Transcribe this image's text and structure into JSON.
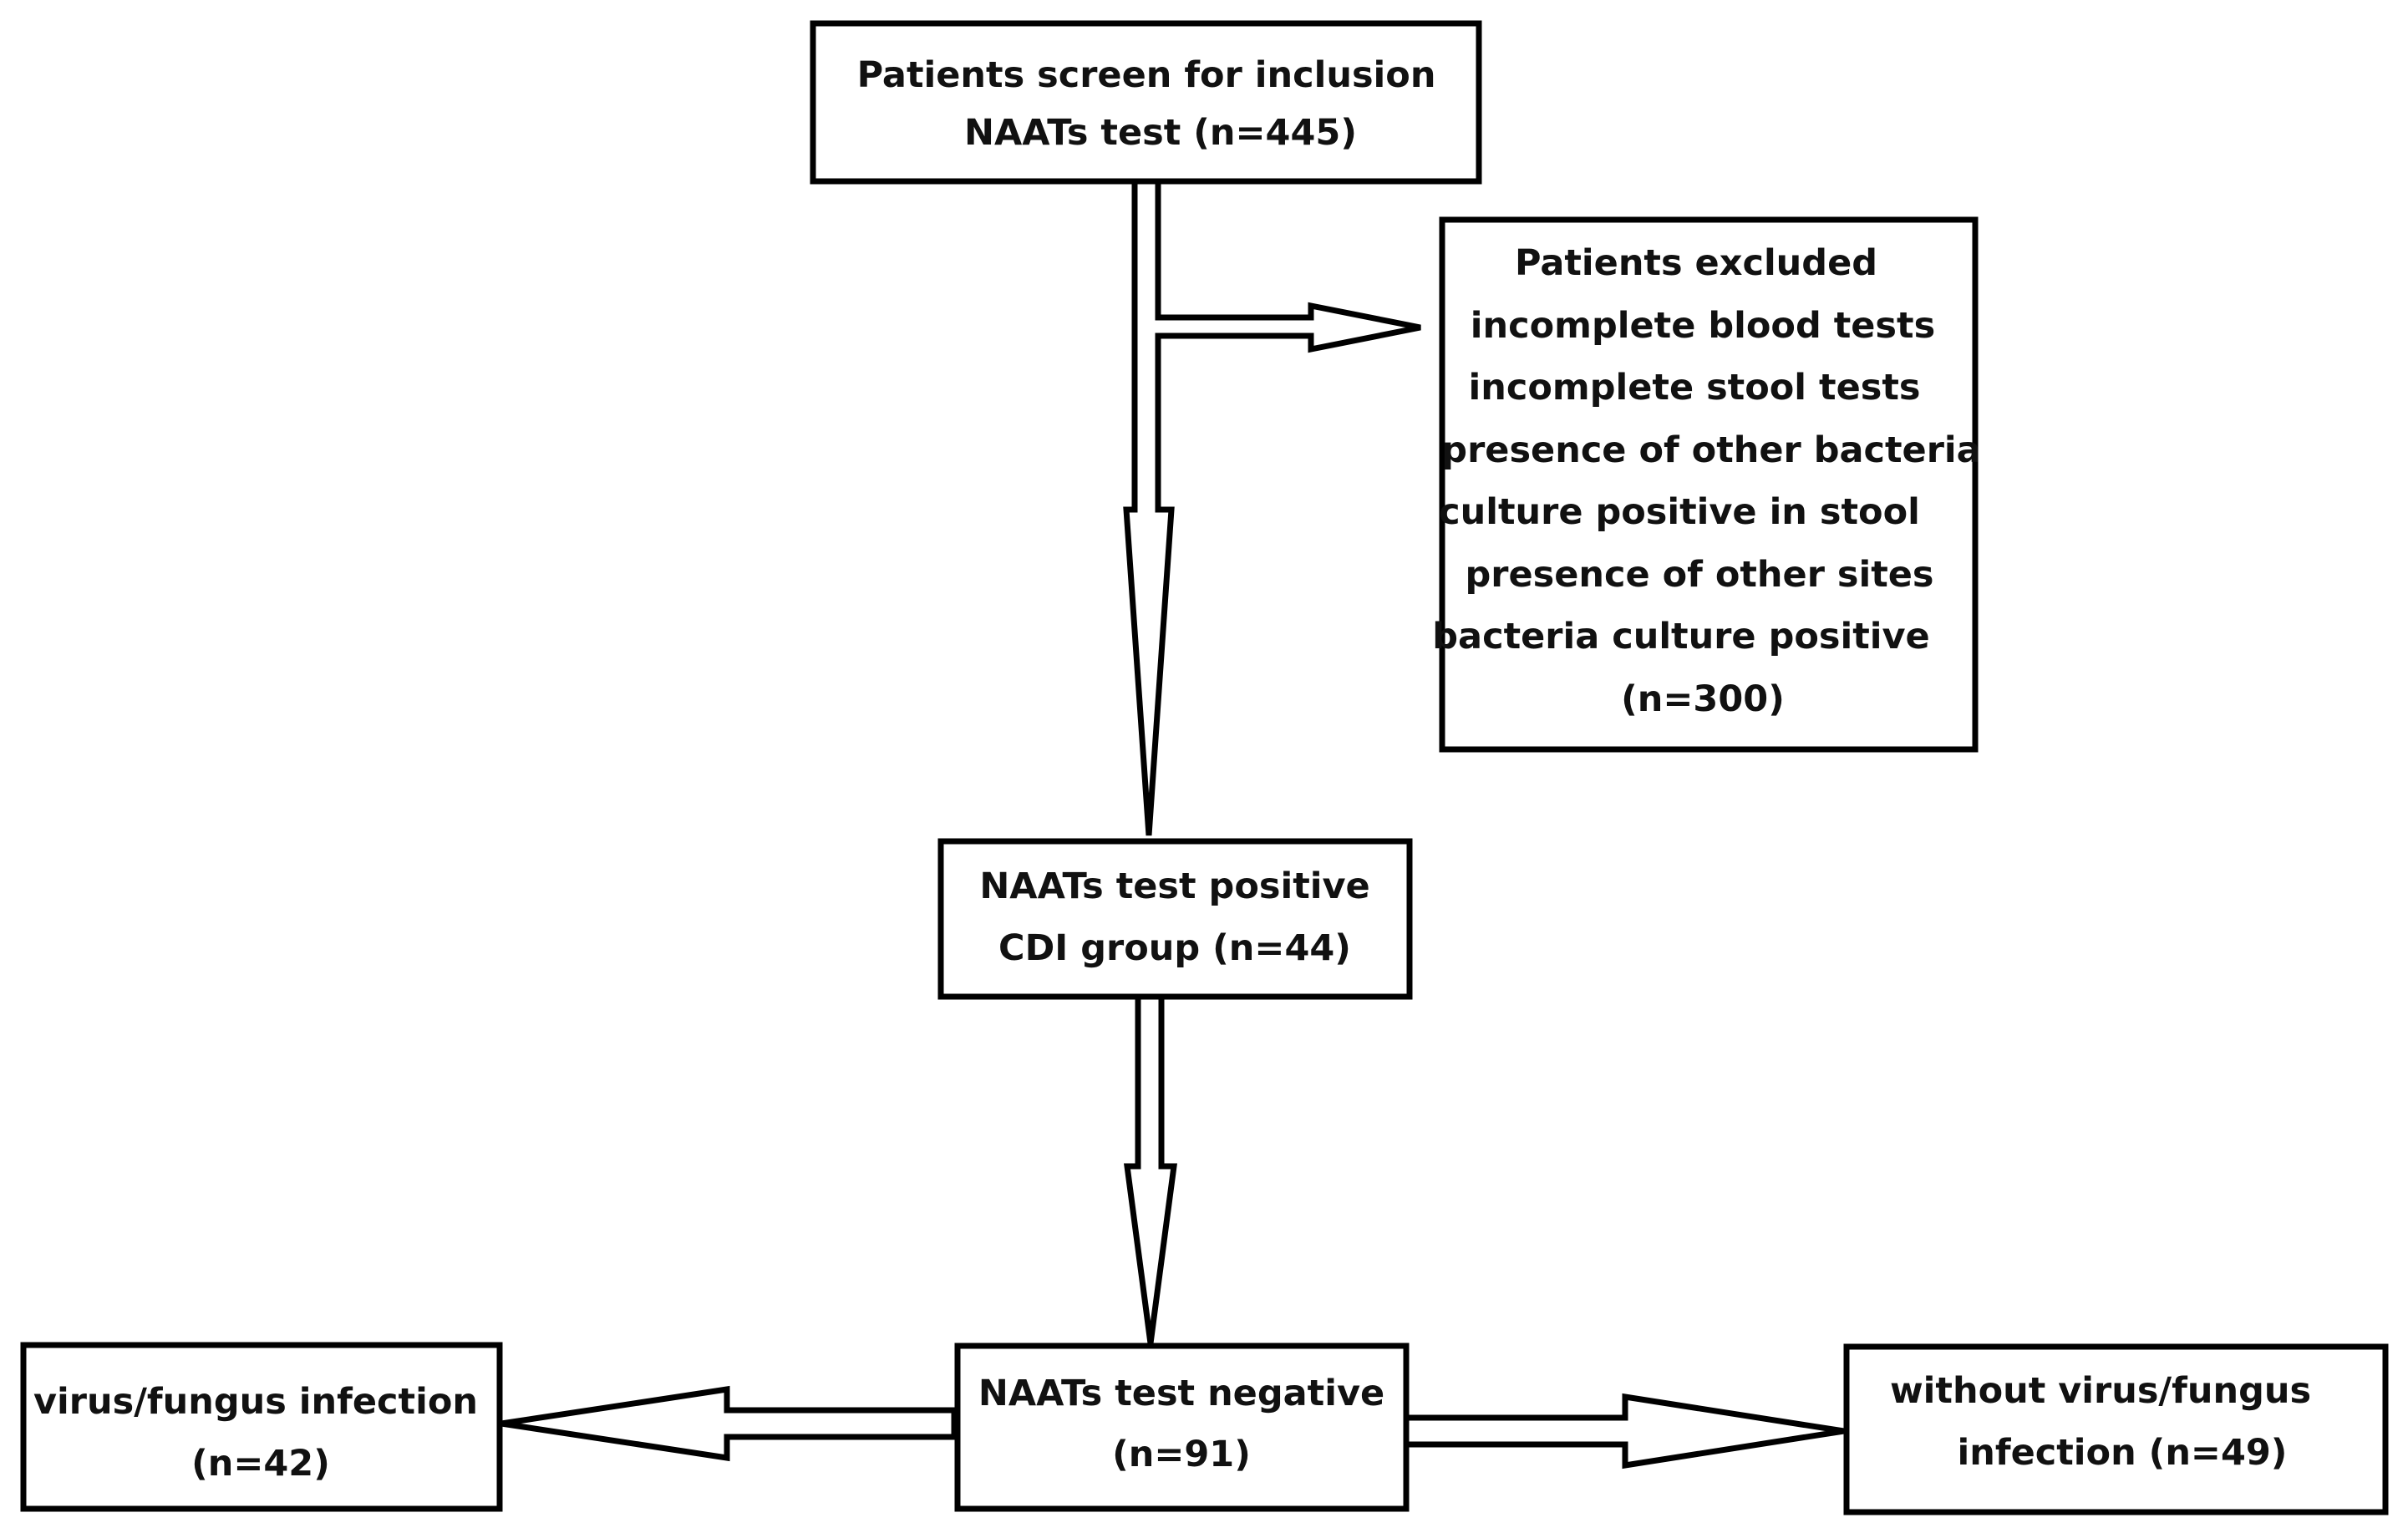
{
  "nodes": {
    "screen": {
      "lines": [
        "Patients screen for inclusion",
        "NAATs test (n=445)"
      ]
    },
    "excluded": {
      "lines": [
        "Patients excluded",
        "incomplete blood tests",
        "incomplete stool tests",
        "presence of other bacteria",
        "culture positive in stool",
        "presence of other sites",
        "bacteria culture positive",
        "(n=300)"
      ]
    },
    "positive": {
      "lines": [
        "NAATs test positive",
        "CDI group (n=44)"
      ]
    },
    "negative": {
      "lines": [
        "NAATs test negative",
        "(n=91)"
      ]
    },
    "virus": {
      "lines": [
        "virus/fungus infection",
        "(n=42)"
      ]
    },
    "without_virus": {
      "lines": [
        "without virus/fungus",
        "infection (n=49)"
      ]
    }
  }
}
